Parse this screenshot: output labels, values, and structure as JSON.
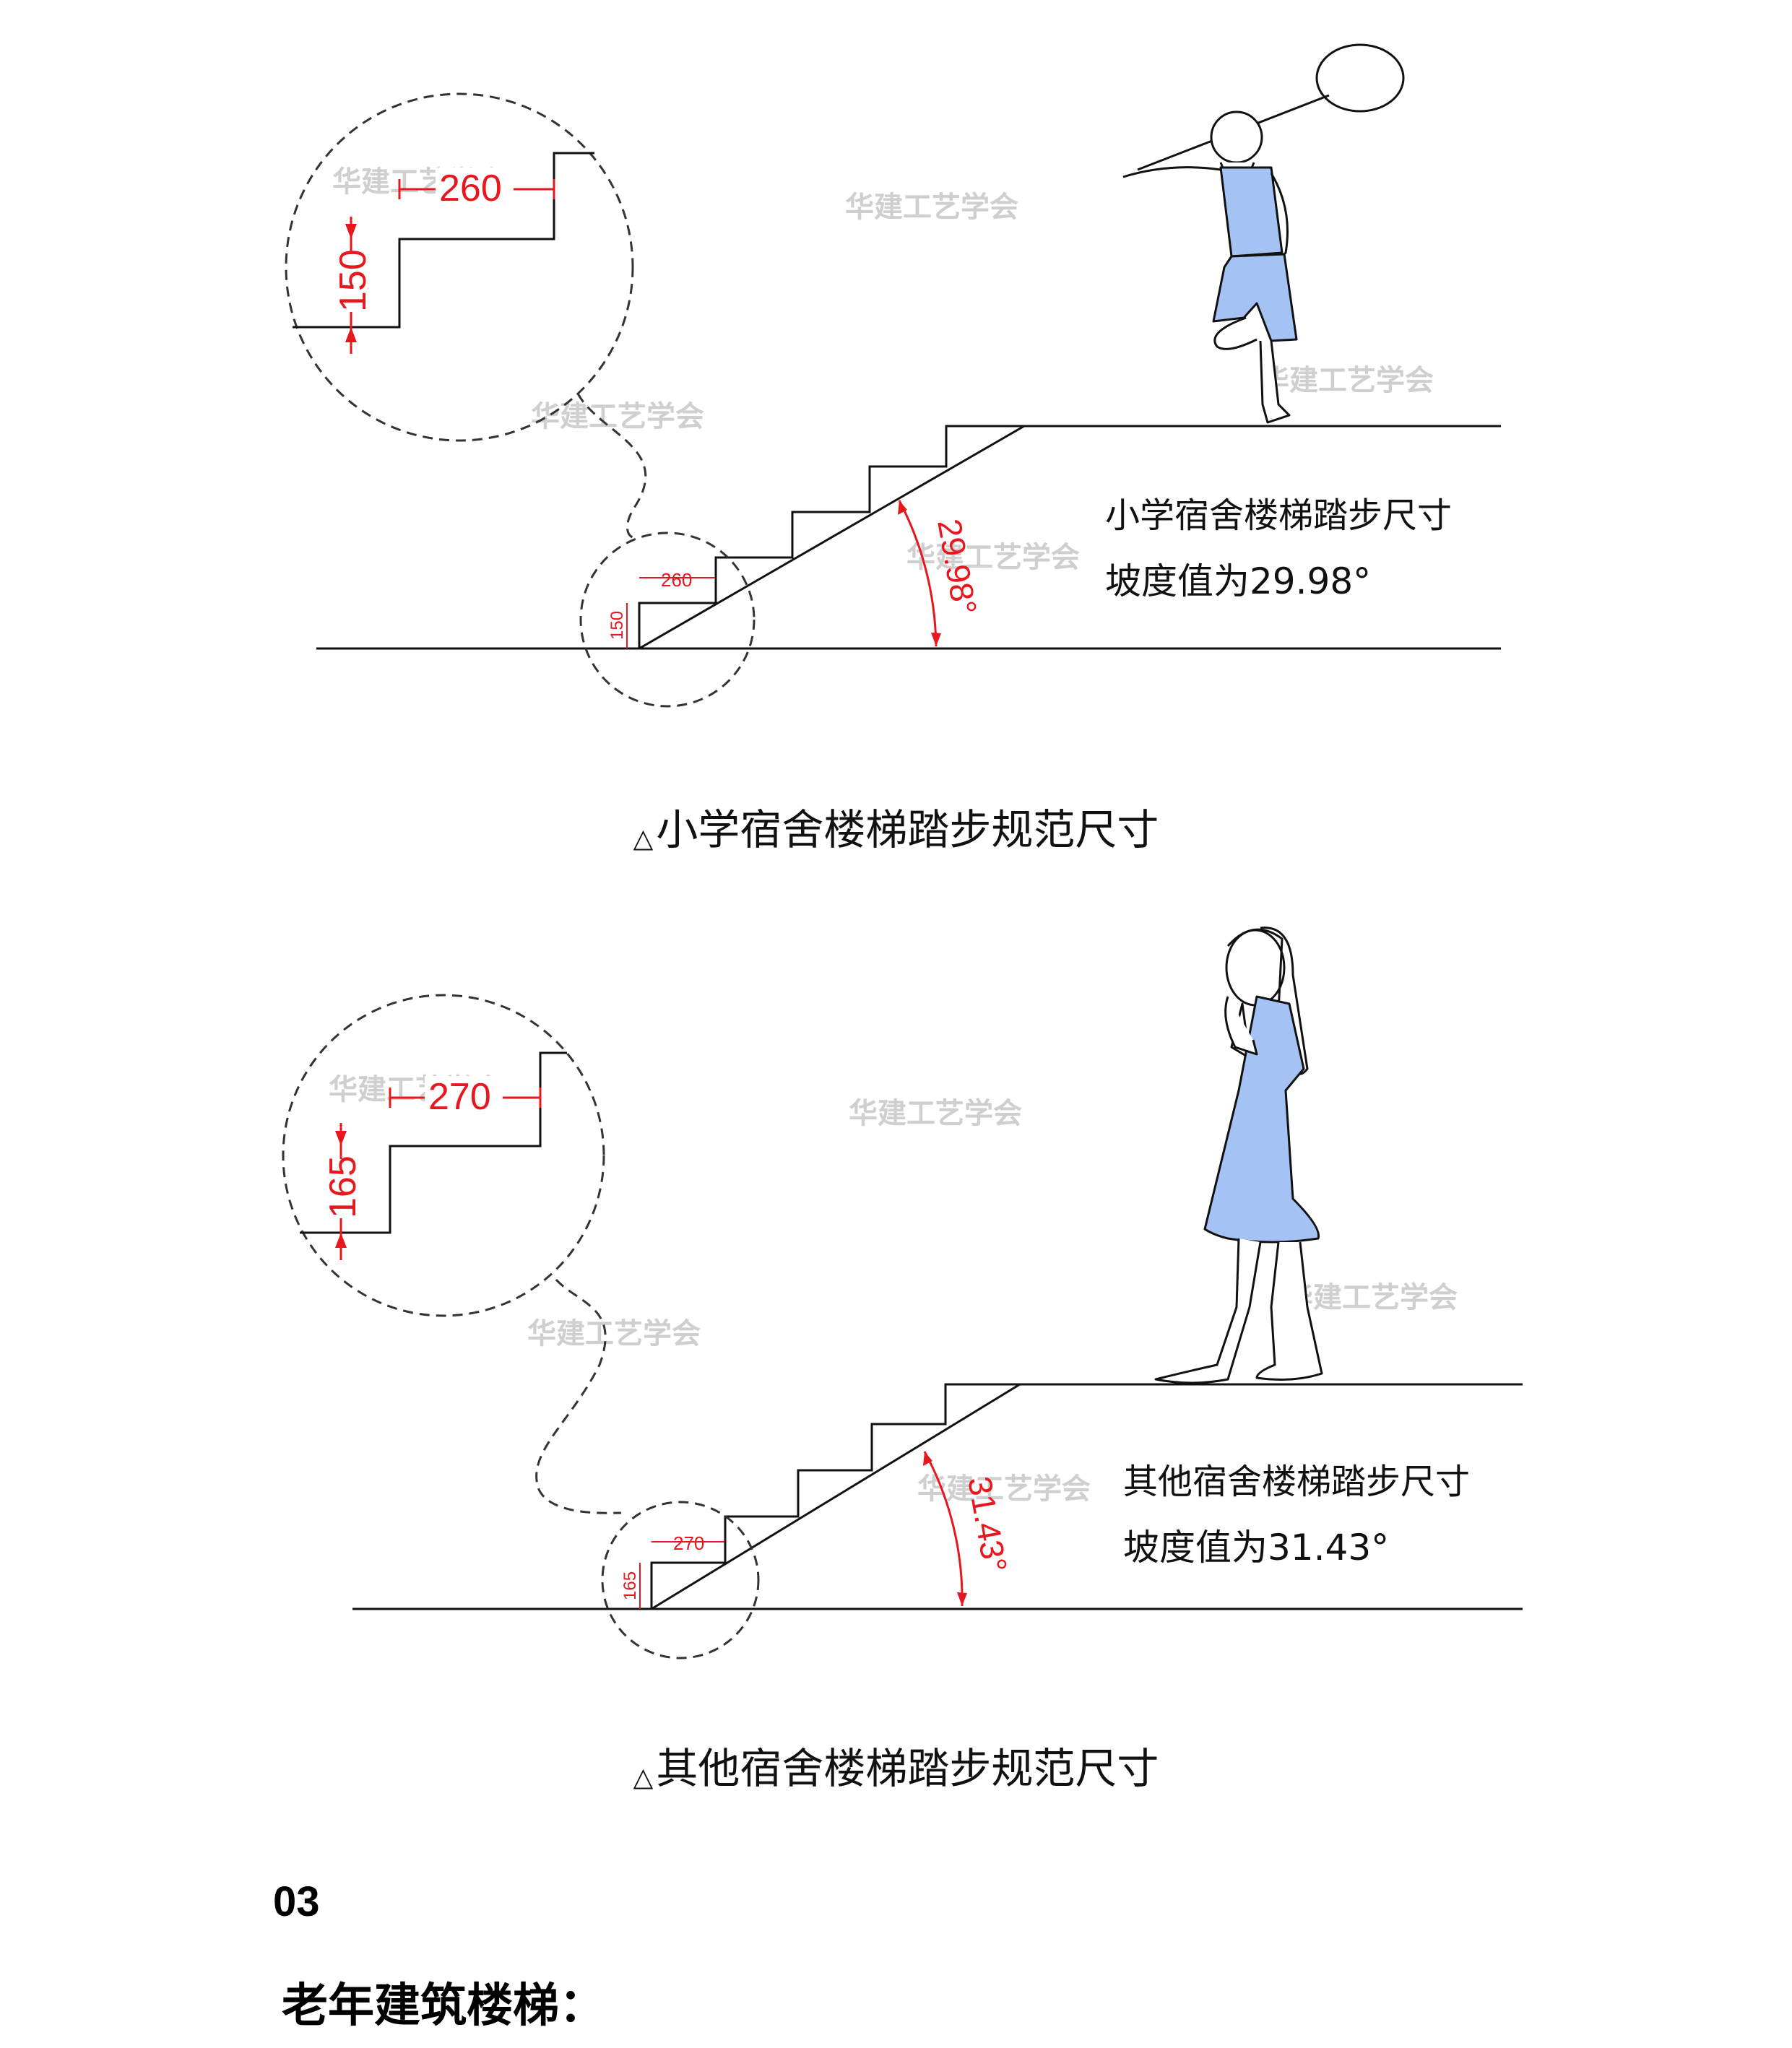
{
  "watermark": "华建工艺学会",
  "diagrams": [
    {
      "caption_marker": "△",
      "caption": "小学宿舍楼梯踏步规范尺寸",
      "tread_label": "260",
      "riser_label": "150",
      "angle_label": "29.98°",
      "note_line1": "小学宿舍楼梯踏步尺寸",
      "note_line2": "坡度值为29.98°"
    },
    {
      "caption_marker": "△",
      "caption": "其他宿舍楼梯踏步规范尺寸",
      "tread_label": "270",
      "riser_label": "165",
      "angle_label": "31.43°",
      "note_line1": "其他宿舍楼梯踏步尺寸",
      "note_line2": "坡度值为31.43°"
    }
  ],
  "section": {
    "number": "03",
    "title": "老年建筑楼梯："
  },
  "colors": {
    "dimension": "#e8161d",
    "figure_fill": "#a4c2f4",
    "line": "#111111",
    "watermark": "#cfcfcf"
  }
}
